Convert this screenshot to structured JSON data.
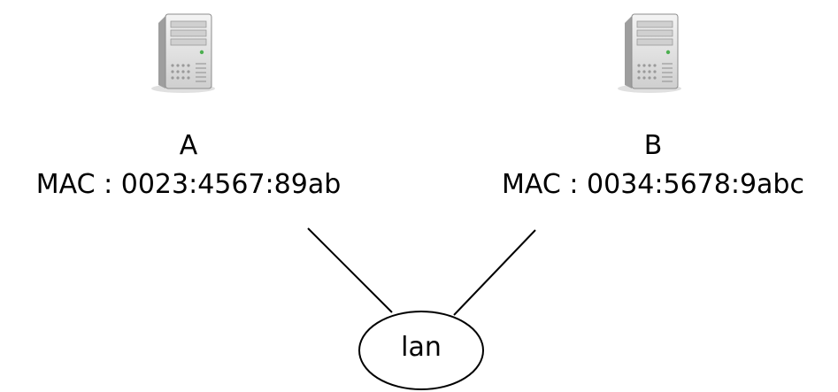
{
  "nodes": [
    {
      "id": "A",
      "name": "A",
      "mac": "MAC : 0023:4567:89ab",
      "icon": "server-icon"
    },
    {
      "id": "B",
      "name": "B",
      "mac": "MAC : 0034:5678:9abc",
      "icon": "server-icon"
    }
  ],
  "network": {
    "label": "lan",
    "shape": "ellipse"
  },
  "connections": [
    {
      "from": "A",
      "to": "lan"
    },
    {
      "from": "B",
      "to": "lan"
    }
  ],
  "colors": {
    "line": "#000000",
    "server_body": "#d9d9d9",
    "server_led": "#4caf50"
  }
}
